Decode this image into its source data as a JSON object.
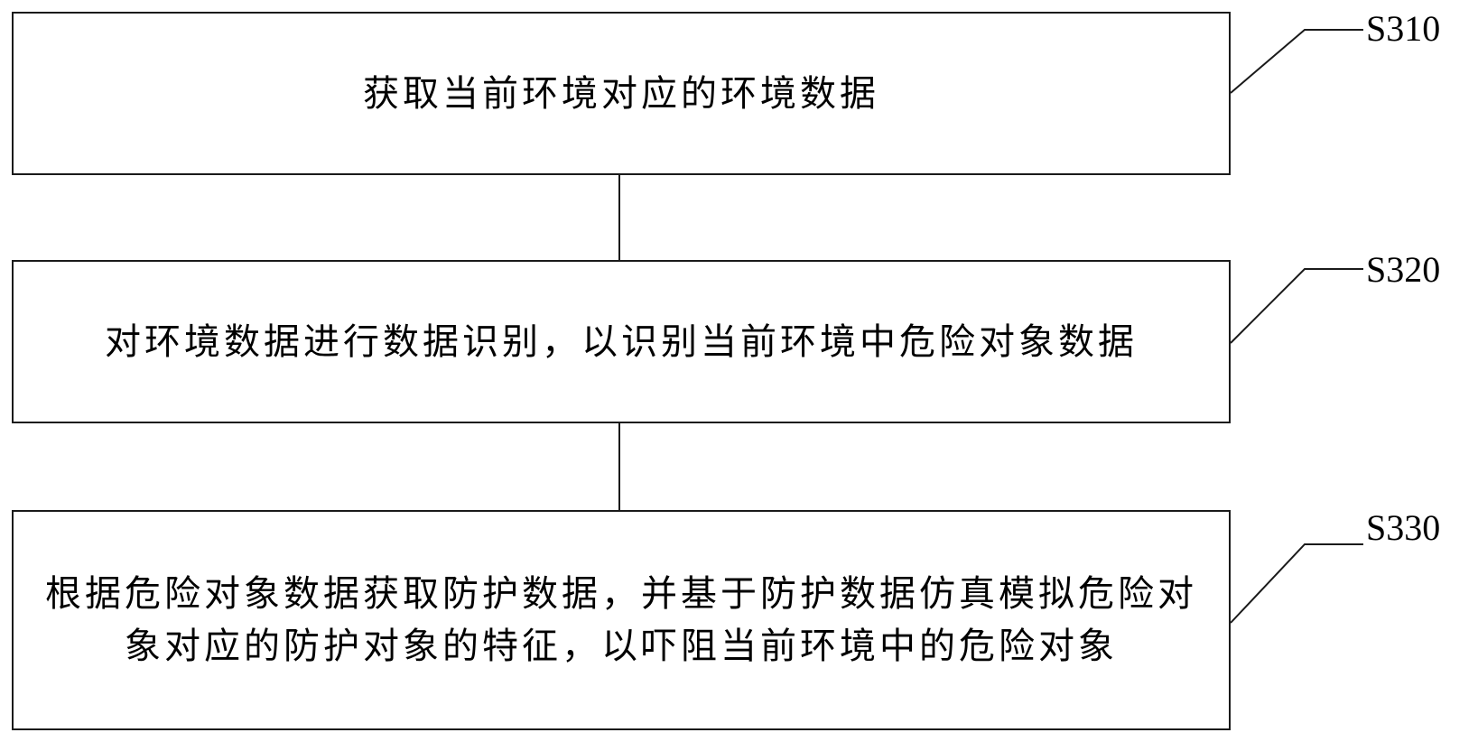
{
  "steps": [
    {
      "id": "S310",
      "text": "获取当前环境对应的环境数据"
    },
    {
      "id": "S320",
      "text": "对环境数据进行数据识别，以识别当前环境中危险对象数据"
    },
    {
      "id": "S330",
      "text": "根据危险对象数据获取防护数据，并基于防护数据仿真模拟危险对象对应的防护对象的特征，以吓阻当前环境中的危险对象"
    }
  ],
  "colors": {
    "line": "#1a1a1a",
    "background": "#ffffff",
    "text": "#000000"
  }
}
